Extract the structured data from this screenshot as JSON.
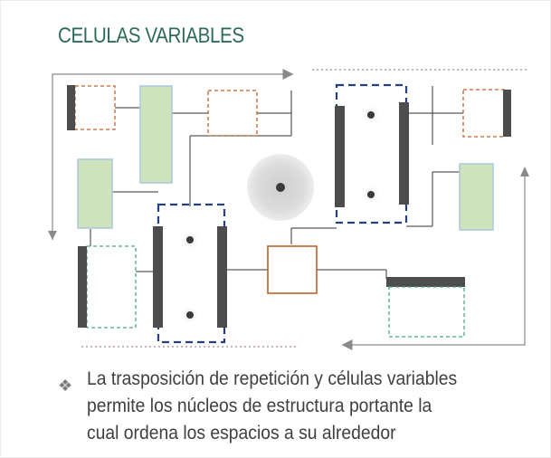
{
  "title": "CELULAS VARIABLES",
  "caption": {
    "bullet_glyph": "❖",
    "lines": [
      "La trasposición de repetición y células variables",
      "permite los núcleos de estructura portante la",
      "cual ordena los espacios a su alrededor"
    ]
  },
  "colors": {
    "title": "#2f6b5c",
    "core_border": "#24407e",
    "dashed_orange": "#c0622b",
    "dashed_teal": "#4aa394",
    "green_fill": "#cfe3bd",
    "green_border": "#a9c7de",
    "wall": "#4d4d4d",
    "arrow": "#8a8a8a",
    "solid_orange": "#c0622b"
  }
}
